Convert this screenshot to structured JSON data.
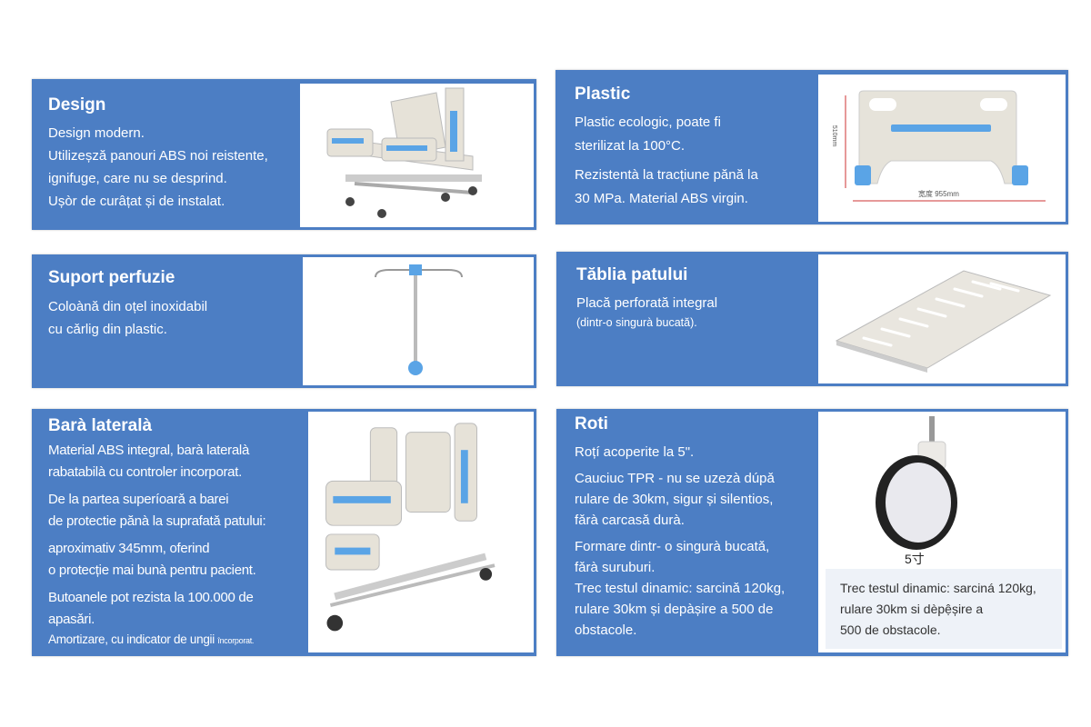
{
  "panels": {
    "design": {
      "title": "Design",
      "lines": [
        "Design modern.",
        "Utilizeșză panouri ABS noi reistente,",
        "ignifuge, care nu se desprind.",
        "Ușòr de curâțat și de instalat."
      ]
    },
    "plastic": {
      "title": "Plastic",
      "lines": [
        "Plastic ecologic, poate fi",
        "sterilizat la 100°C.",
        "Rezistentà la tracțiune pănă la",
        "30 MPa. Material ABS virgin."
      ],
      "dim_height": "510mm",
      "dim_width": "宽度 955mm"
    },
    "suport": {
      "title": "Suport perfuzie",
      "lines": [
        "Coloànă din oțel inoxidabil",
        "cu cǎrlig din plastic."
      ]
    },
    "tablia": {
      "title": "Tăblia patului",
      "lines": [
        "Placă perforată integral",
        "(dintr-o singurà bucată)."
      ]
    },
    "bara": {
      "title": "Barà lateralà",
      "lines": [
        "Material ABS integral, barà lateralà",
        "rabatabilà cu controler incorporat.",
        "De la partea superíoarǎ a barei",
        "de protectie pănà la suprafatǎ patului:",
        "aproximativ 345mm, oferind",
        "o protecție mai bunà pentru pacient.",
        "Butoanele pot rezista la 100.000 de",
        "apasǎri.",
        "Amortizare, cu indicator de ungii"
      ],
      "small_suffix": "încorporat."
    },
    "roti": {
      "title": "Roti",
      "lines": [
        "Roțí acoperite la 5\".",
        "Cauciuc TPR - nu se uzezà dúpǎ",
        "rulare de 30km, sigur și silentios,",
        "fǎrà carcasǎ durà.",
        "Formare dintr- o singurà bucatǎ,",
        "fǎrà suruburi.",
        "Trec testul dinamic: sarcinǎ 120kg,",
        "rulare 30km și depàșire a 500 de",
        "obstacole."
      ],
      "wheel_label": "5寸",
      "caption": [
        "Trec testul dinamic: sarciná 120kg,",
        "rulare 30km si dèpệșire a",
        "500 de obstacole."
      ]
    }
  },
  "colors": {
    "panel_blue": "#4c7ec4",
    "accent_blue": "#5aa4e6"
  }
}
